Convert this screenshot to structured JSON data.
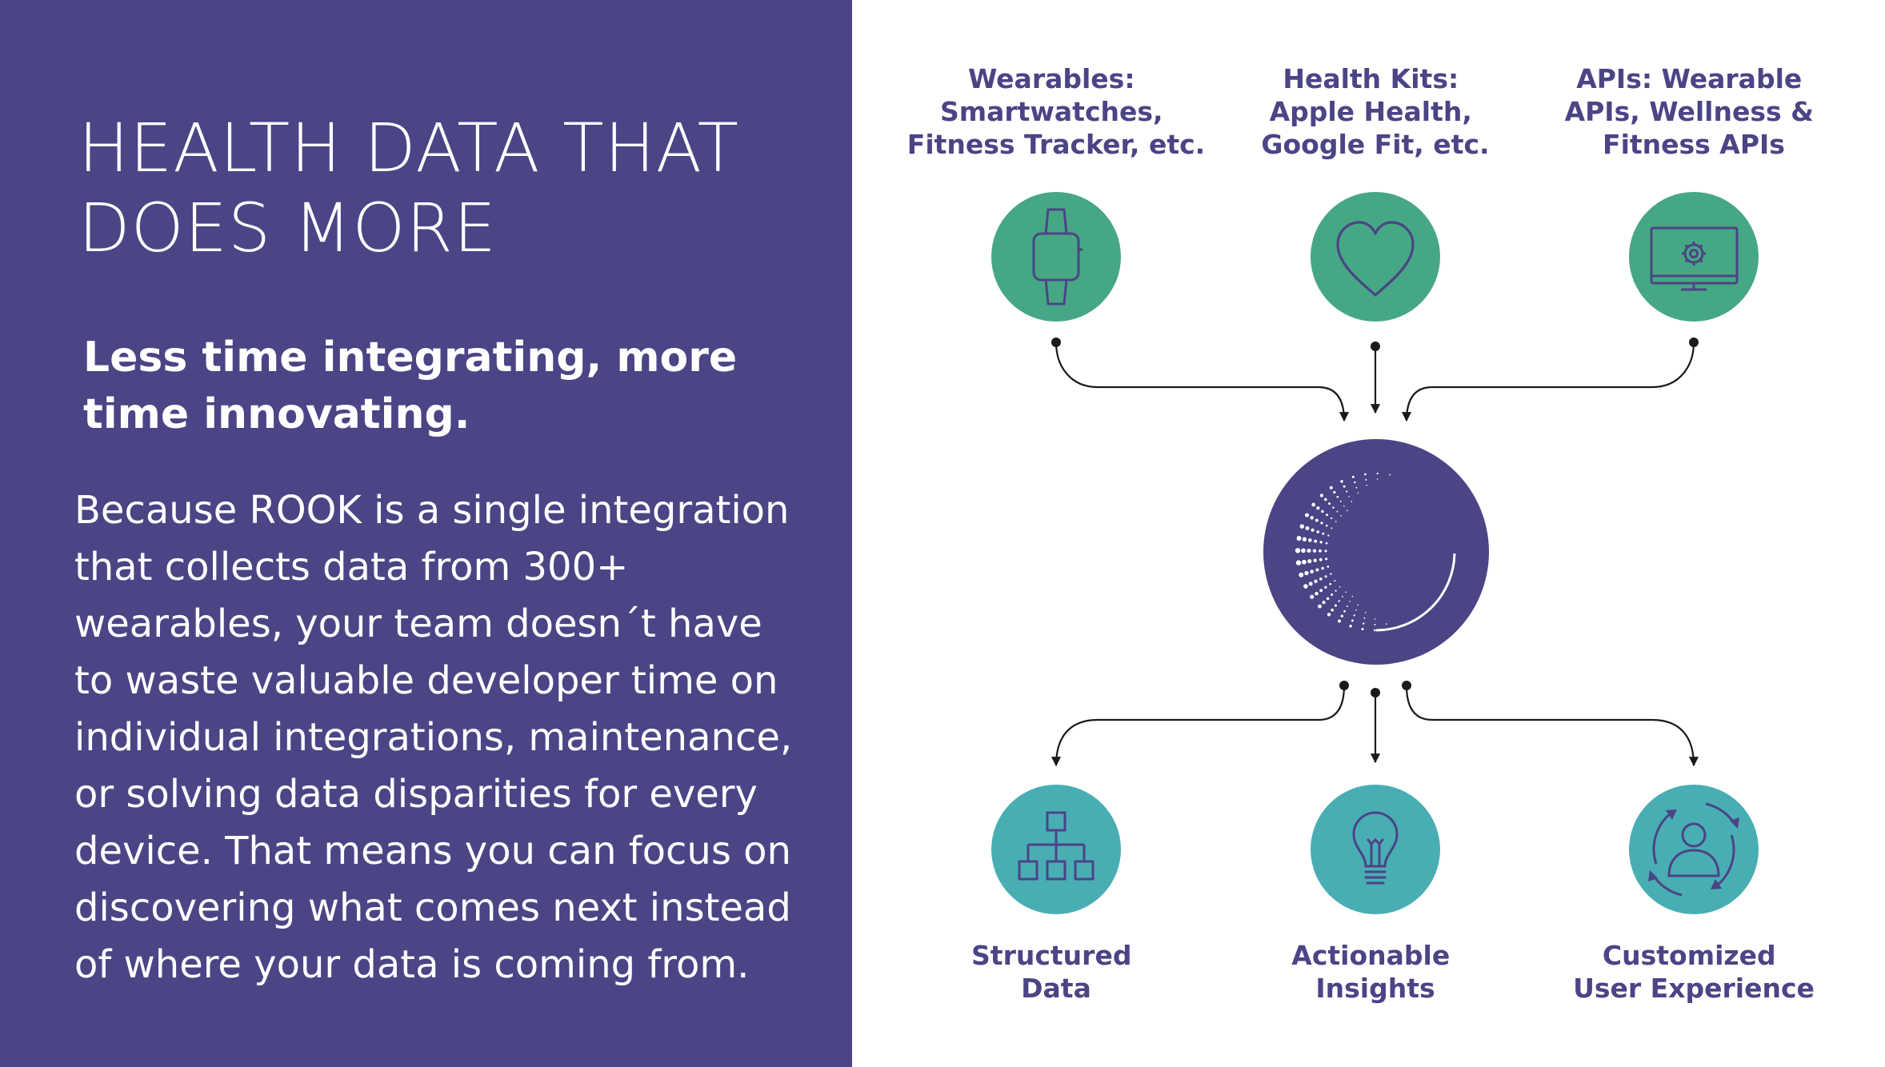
{
  "title": {
    "line1": "HEALTH DATA THAT",
    "line2": "DOES MORE"
  },
  "subtitle": {
    "line1": "Less time integrating, more",
    "line2": "time innovating."
  },
  "body_lines": [
    "Because ROOK is a single integration",
    "that collects data from 300+",
    "wearables, your team doesn´t have",
    "to waste valuable developer time on",
    "individual integrations, maintenance,",
    "or solving data disparities for every",
    "device. That means you can focus on",
    "discovering what comes next instead",
    "of where your data is coming from."
  ],
  "colors": {
    "panel": "#4b4485",
    "label_text": "#4b4485",
    "input_circle": "#46a784",
    "output_circle": "#48aeb4",
    "hub": "#4b4485",
    "icon_stroke": "#4b4485",
    "connector": "#1a1a1a"
  },
  "diagram": {
    "inputs": [
      {
        "icon": "smartwatch-icon",
        "label": [
          "Wearables:",
          "Smartwatches,",
          "Fitness Tracker,  etc."
        ]
      },
      {
        "icon": "heart-icon",
        "label": [
          "Health Kits:",
          "Apple Health,",
          "Google Fit, etc."
        ]
      },
      {
        "icon": "monitor-gear-icon",
        "label": [
          "APIs: Wearable",
          "APIs, Wellness &",
          "Fitness APIs"
        ]
      }
    ],
    "hub": {
      "icon": "rook-logo-icon"
    },
    "outputs": [
      {
        "icon": "hierarchy-icon",
        "label": [
          "Structured",
          "Data"
        ]
      },
      {
        "icon": "lightbulb-icon",
        "label": [
          "Actionable",
          "Insights"
        ]
      },
      {
        "icon": "user-cycle-icon",
        "label": [
          "Customized",
          "User Experience"
        ]
      }
    ]
  }
}
